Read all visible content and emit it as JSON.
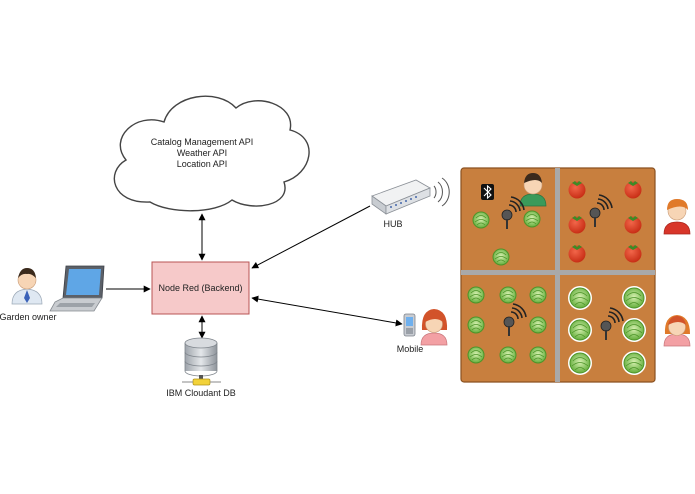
{
  "cloud": {
    "lines": [
      "Catalog Management API",
      "Weather API",
      "Location API"
    ]
  },
  "backend": {
    "label": "Node Red (Backend)"
  },
  "database": {
    "label": "IBM Cloudant DB"
  },
  "hub": {
    "label": "HUB"
  },
  "mobile": {
    "label": "Mobile"
  },
  "owner": {
    "label": "Garden owner"
  },
  "colors": {
    "backend_fill": "#f6c9c9",
    "backend_stroke": "#b85454",
    "garden_soil": "#c87f3e",
    "garden_border": "#8a5120",
    "path": "#a9a9a9",
    "tomato": "#d83a1c",
    "lettuce": "#7cc04a"
  },
  "icons": [
    "laptop-icon",
    "person-icon",
    "database-icon",
    "hub-icon",
    "mobile-phone-icon",
    "bluetooth-icon",
    "sensor-icon",
    "tomato-icon",
    "lettuce-icon"
  ]
}
